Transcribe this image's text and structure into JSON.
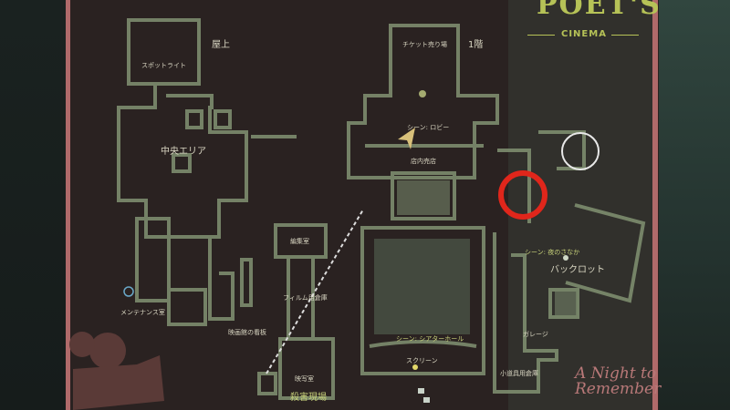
{
  "logo": {
    "title": "POET'S",
    "subtitle": "CINEMA",
    "tagline": "A Night to Remember"
  },
  "floors": {
    "roof": "屋上",
    "first": "1階"
  },
  "rooms": {
    "spotlight": "スポットライト",
    "central_area": "中央エリア",
    "maintenance": "メンテナンス室",
    "cinema_sign": "映画館の看板",
    "editing": "編集室",
    "film_storage": "フィルム用倉庫",
    "projection": "映写室",
    "murder_scene": "殺害現場",
    "ticket_booth": "チケット売り場",
    "lobby_scene": "シーン: ロビー",
    "concession": "店内売店",
    "theater_scene": "シーン: シアターホール",
    "screen": "スクリーン",
    "night_scene": "シーン: 夜のさなか",
    "backlot": "バックロット",
    "garage": "ガレージ",
    "props_storage": "小道具用倉庫"
  },
  "colors": {
    "wall": "#7d8c6e",
    "poster": "#2a2221",
    "accent": "#b6c257",
    "marker_circle": "#e0261b",
    "player": "#d8c07a"
  },
  "icons": [
    "player-arrow-icon",
    "target-circle-icon",
    "highlight-circle-icon",
    "lock-icon",
    "question-icon",
    "camera-icon"
  ]
}
